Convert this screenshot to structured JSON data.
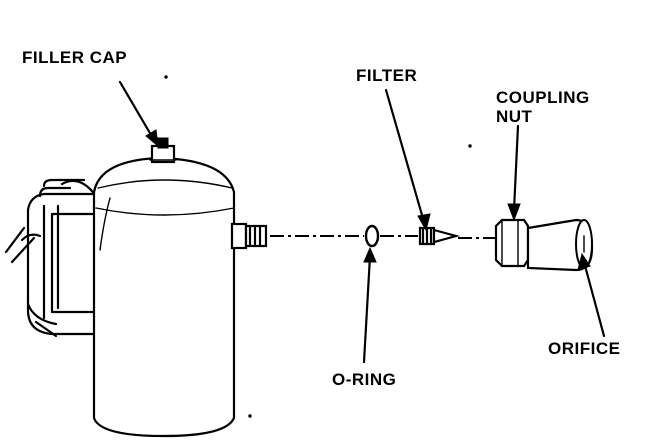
{
  "labels": {
    "filler_cap": "FILLER CAP",
    "filter": "FILTER",
    "coupling": "COUPLING",
    "nut": "NUT",
    "orifice": "ORIFICE",
    "o_ring": "O-RING"
  },
  "colors": {
    "ink": "#000000",
    "background": "#ffffff"
  }
}
